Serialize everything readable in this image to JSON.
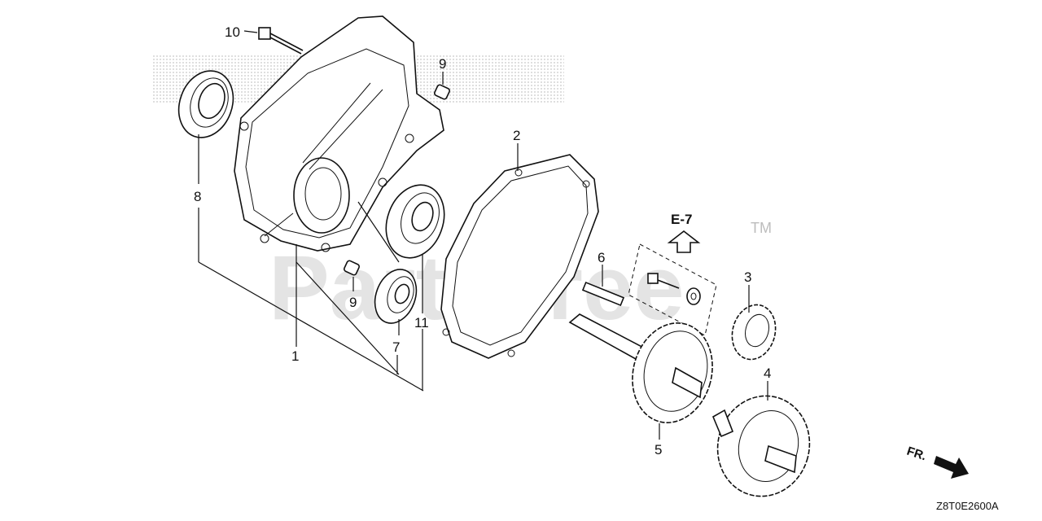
{
  "diagram": {
    "watermark": "PartsTree",
    "trademark": "TM",
    "drawing_code": "Z8T0E2600A",
    "reference": "E-7",
    "direction_label": "FR.",
    "callouts": [
      "1",
      "2",
      "3",
      "4",
      "5",
      "6",
      "7",
      "8",
      "9",
      "9",
      "10",
      "11"
    ]
  }
}
